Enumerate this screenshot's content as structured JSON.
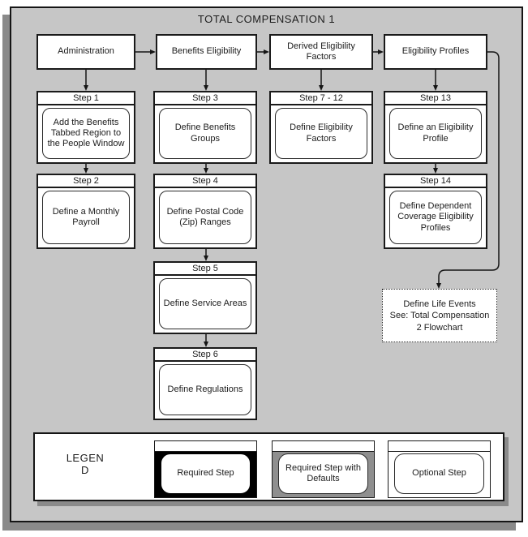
{
  "title": "TOTAL COMPENSATION 1",
  "phases": [
    {
      "name": "Administration"
    },
    {
      "name": "Benefits Eligibility"
    },
    {
      "name": "Derived Eligibility Factors"
    },
    {
      "name": "Eligibility Profiles"
    }
  ],
  "steps": [
    {
      "label": "Step 1",
      "text": "Add the Benefits Tabbed Region to the People Window"
    },
    {
      "label": "Step 2",
      "text": "Define a Monthly Payroll"
    },
    {
      "label": "Step 3",
      "text": "Define Benefits Groups"
    },
    {
      "label": "Step 4",
      "text": "Define Postal Code (Zip) Ranges"
    },
    {
      "label": "Step 5",
      "text": "Define Service Areas"
    },
    {
      "label": "Step 6",
      "text": "Define Regulations"
    },
    {
      "label": "Step 7 - 12",
      "text": "Define Eligibility Factors"
    },
    {
      "label": "Step 13",
      "text": "Define an Eligibility Profile"
    },
    {
      "label": "Step 14",
      "text": "Define Dependent Coverage Eligibility Profiles"
    }
  ],
  "note": {
    "line1": "Define Life Events",
    "line2": "See: Total Compensation",
    "line3": "2 Flowchart"
  },
  "legend": {
    "title_line1": "LEGEN",
    "title_line2": "D",
    "items": [
      {
        "label": "Required Step"
      },
      {
        "label": "Required Step with Defaults"
      },
      {
        "label": "Optional Step"
      }
    ]
  },
  "colors": {
    "canvas_gray": "#c6c6c6",
    "shadow_gray": "#8a8a8a",
    "legend_defaults_gray": "#8f8f8f",
    "line_black": "#151515"
  }
}
